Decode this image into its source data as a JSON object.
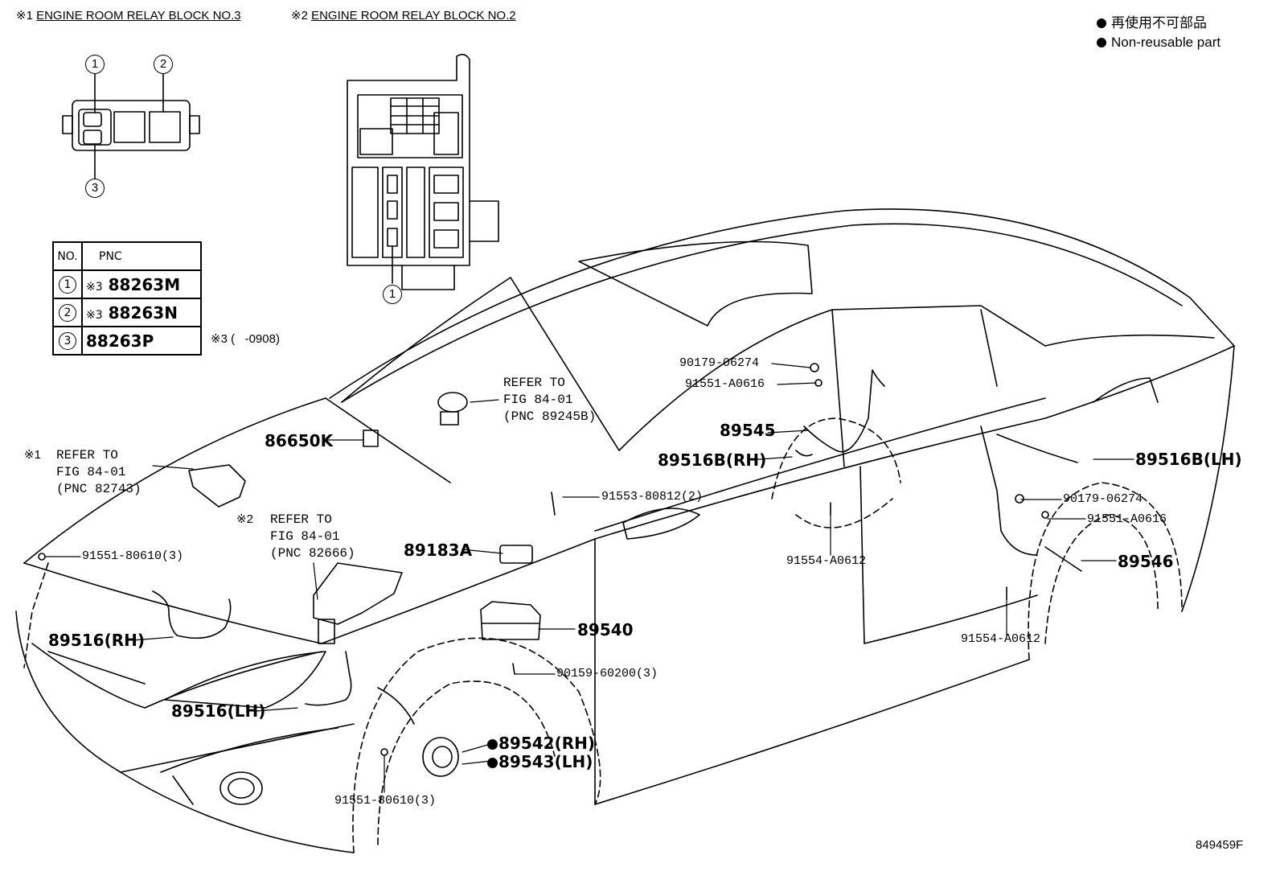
{
  "headers": {
    "block3_mark": "※1",
    "block3_title": "ENGINE ROOM RELAY BLOCK NO.3",
    "block2_mark": "※2",
    "block2_title": "ENGINE ROOM RELAY BLOCK NO.2"
  },
  "legend": {
    "jp": "再使用不可部品",
    "en": "Non-reusable part"
  },
  "callouts": {
    "c1": "1",
    "c2": "2",
    "c3": "3",
    "c1b": "1"
  },
  "pnc_table": {
    "head_no": "NO.",
    "head_pnc": "PNC",
    "rows": [
      {
        "no": "1",
        "mark": "※3",
        "pnc": "88263M"
      },
      {
        "no": "2",
        "mark": "※3",
        "pnc": "88263N"
      },
      {
        "no": "3",
        "mark": "",
        "pnc": "88263P"
      }
    ],
    "note": "※3 (   -0908)"
  },
  "refs": {
    "ref1": "REFER TO\nFIG 84-01\n(PNC 89245B)",
    "ref2_mark": "※1",
    "ref2": "REFER TO\nFIG 84-01\n(PNC 82743)",
    "ref3_mark": "※2",
    "ref3": "REFER TO\nFIG 84-01\n(PNC 82666)"
  },
  "labels": {
    "p90179_a": "90179-06274",
    "p91551_a": "91551-A0616",
    "p89545": "89545",
    "p89516b_rh": "89516B(RH)",
    "p86650k": "86650K",
    "p91553": "91553-80812(2)",
    "p91554_a": "91554-A0612",
    "p89516b_lh": "89516B(LH)",
    "p90179_b": "90179-06274",
    "p91551_b": "91551-A0616",
    "p89546": "89546",
    "p91554_b": "91554-A0612",
    "p91551_80610_a": "91551-80610(3)",
    "p89183a": "89183A",
    "p89516_rh": "89516(RH)",
    "p89540": "89540",
    "p90159": "90159-60200(3)",
    "p89516_lh": "89516(LH)",
    "p89542": "89542(RH)",
    "p89543": "89543(LH)",
    "p91551_80610_b": "91551-80610(3)",
    "figure_id": "849459F"
  }
}
